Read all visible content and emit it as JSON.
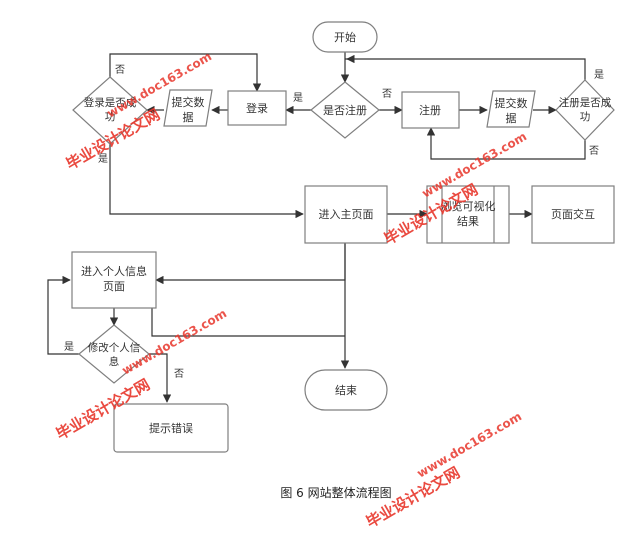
{
  "diagram": {
    "caption": "图 6  网站整体流程图",
    "nodes": {
      "start": "开始",
      "is_register": "是否注册",
      "login": "登录",
      "submit_data_left_1": "提交数",
      "submit_data_left_2": "据",
      "login_success_1": "登录是否成",
      "login_success_2": "功",
      "register": "注册",
      "submit_data_right_1": "提交数",
      "submit_data_right_2": "据",
      "register_success_1": "注册是否成",
      "register_success_2": "功",
      "main_page": "进入主页面",
      "browse_1": "浏览可视化",
      "browse_2": "结果",
      "page_interact": "页面交互",
      "personal_1": "进入个人信息",
      "personal_2": "页面",
      "modify_1": "修改个人信",
      "modify_2": "息",
      "error": "提示错误",
      "end": "结束"
    },
    "edge_labels": {
      "is_register_yes": "是",
      "is_register_no": "否",
      "login_no": "否",
      "login_yes": "是",
      "register_yes": "是",
      "register_no": "否",
      "modify_yes": "是",
      "modify_no": "否"
    },
    "watermarks": {
      "cn": "毕业设计论文网",
      "url": "www.doc163.com"
    },
    "colors": {
      "stroke": "#7f7f7f",
      "line": "#333333",
      "watermark": "#e8372c"
    }
  }
}
